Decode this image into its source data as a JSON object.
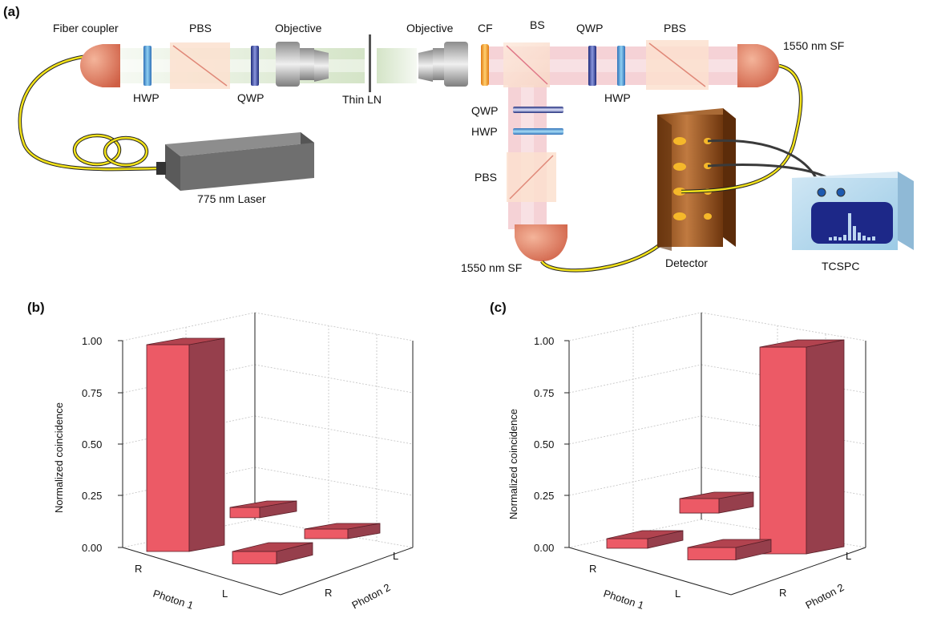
{
  "setup": {
    "panel_label": "(a)",
    "fiber_coupler": "Fiber coupler",
    "pbs_left": "PBS",
    "objective_left": "Objective",
    "hwp_left": "HWP",
    "qwp_left": "QWP",
    "thin_ln": "Thin LN",
    "laser": "775 nm Laser",
    "objective_right": "Objective",
    "cf": "CF",
    "bs": "BS",
    "qwp_right": "QWP",
    "pbs_right": "PBS",
    "sf_right": "1550 nm SF",
    "hwp_right": "HWP",
    "qwp_down": "QWP",
    "hwp_down": "HWP",
    "pbs_down": "PBS",
    "sf_bottom": "1550 nm SF",
    "detector": "Detector",
    "tcspc": "TCSPC"
  },
  "colors": {
    "bar_front": "#ec5a66",
    "bar_side": "#963f4c",
    "bar_top": "#b2434f",
    "fiber": "#f2e21a",
    "green_beam": "#d8e8cc",
    "red_beam": "#f4cdd1",
    "coupler": "#e0785c"
  },
  "chart_data": [
    {
      "panel_label": "(b)",
      "type": "bar3d",
      "zlabel": "Normalized coincidence",
      "xlabel": "Photon 1",
      "ylabel": "Photon 2",
      "x_ticks": [
        "R",
        "L"
      ],
      "y_ticks": [
        "R",
        "L"
      ],
      "z_ticks": [
        "1.00",
        "0.75",
        "0.50",
        "0.25",
        "0.00"
      ],
      "zlim": [
        0,
        1
      ],
      "bars": [
        {
          "photon1": "R",
          "photon2": "R",
          "value": 1.0
        },
        {
          "photon1": "R",
          "photon2": "L",
          "value": 0.05
        },
        {
          "photon1": "L",
          "photon2": "R",
          "value": 0.06
        },
        {
          "photon1": "L",
          "photon2": "L",
          "value": 0.03
        }
      ]
    },
    {
      "panel_label": "(c)",
      "type": "bar3d",
      "zlabel": "Normalized coincidence",
      "xlabel": "Photon 1",
      "ylabel": "Photon 2",
      "x_ticks": [
        "R",
        "L"
      ],
      "y_ticks": [
        "R",
        "L"
      ],
      "z_ticks": [
        "1.00",
        "0.75",
        "0.50",
        "0.25",
        "0.00"
      ],
      "zlim": [
        0,
        1
      ],
      "bars": [
        {
          "photon1": "R",
          "photon2": "R",
          "value": 0.03
        },
        {
          "photon1": "R",
          "photon2": "L",
          "value": 0.07
        },
        {
          "photon1": "L",
          "photon2": "R",
          "value": 0.06
        },
        {
          "photon1": "L",
          "photon2": "L",
          "value": 1.0
        }
      ]
    }
  ]
}
